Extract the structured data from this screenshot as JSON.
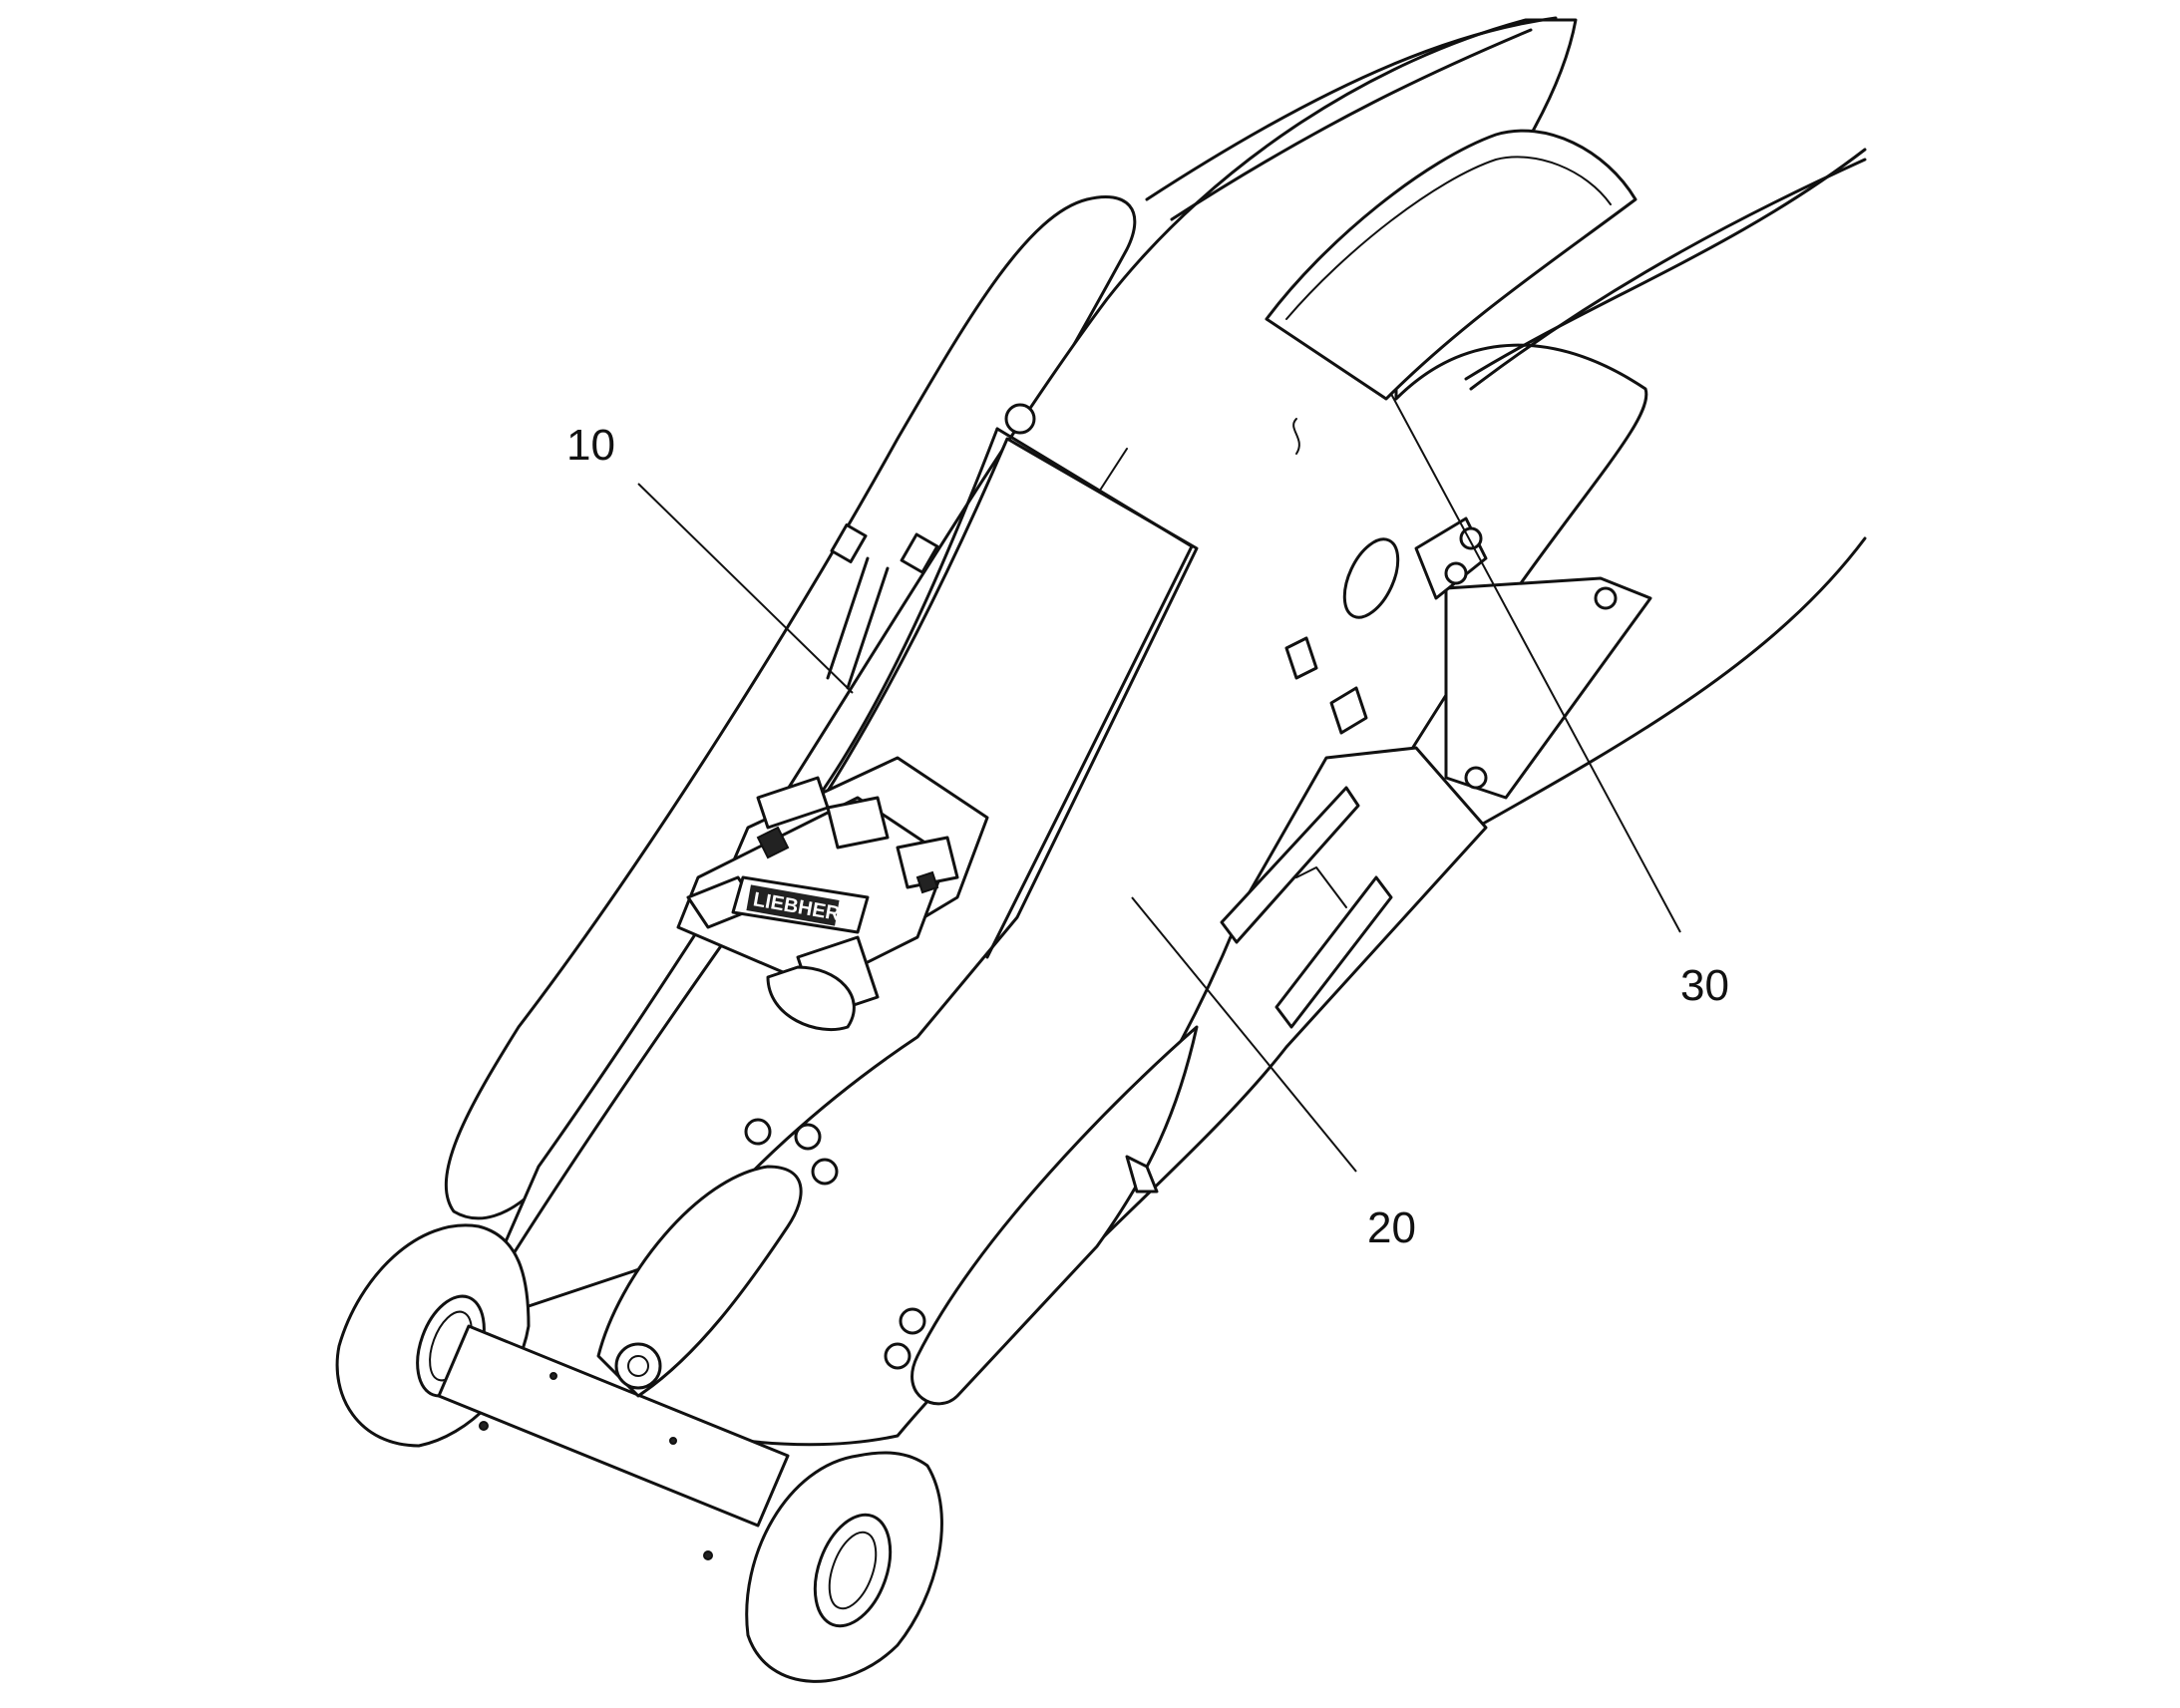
{
  "diagram": {
    "labels": [
      {
        "id": "ref-10",
        "text": "10"
      },
      {
        "id": "ref-20",
        "text": "20"
      },
      {
        "id": "ref-30",
        "text": "30"
      }
    ],
    "logo_text": "LIEBHERR"
  }
}
